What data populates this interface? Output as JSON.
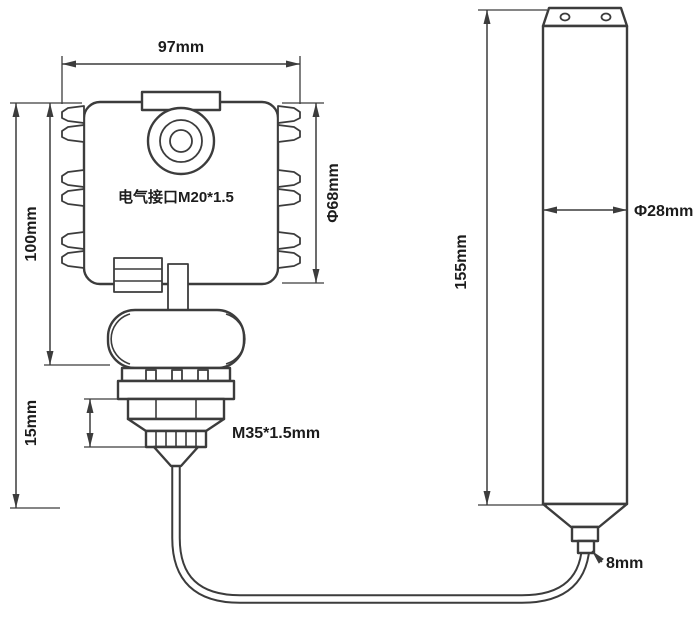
{
  "diagram": {
    "type": "technical-dimension-drawing",
    "colors": {
      "background": "#ffffff",
      "line": "#3c3c3c",
      "text": "#1c1c1c"
    },
    "labels": {
      "top_width": "97mm",
      "housing_height": "100mm",
      "housing_dia": "Φ68mm",
      "electrical_port": "电气接口M20*1.5",
      "flange_height": "15mm",
      "thread_spec": "M35*1.5mm",
      "probe_length": "155mm",
      "probe_dia": "Φ28mm",
      "cable_dia": "8mm"
    }
  }
}
